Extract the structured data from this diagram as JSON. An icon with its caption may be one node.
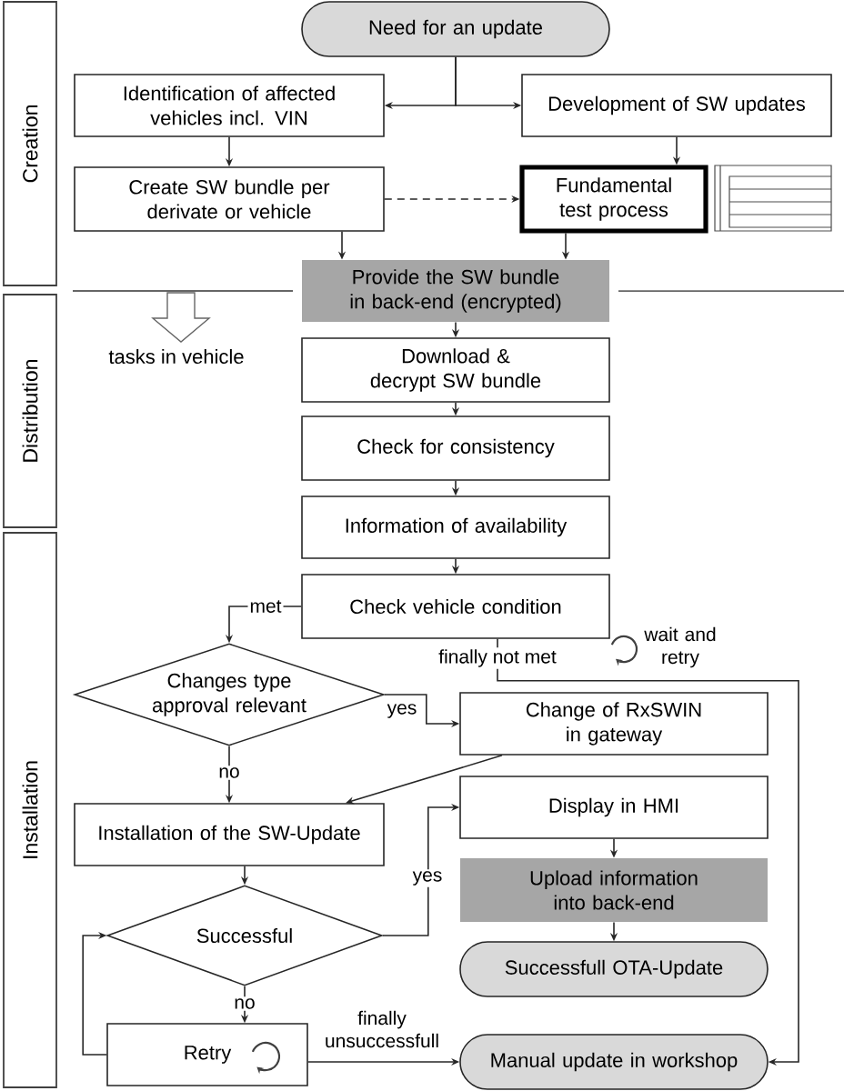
{
  "diagram": {
    "nodes": [
      {
        "text": [
          "Creation"
        ]
      },
      {
        "text": [
          "Distribution"
        ]
      },
      {
        "text": [
          "Installation"
        ]
      },
      {
        "text": [
          "Need for an update"
        ]
      },
      {
        "text": [
          "Identification of affected vehicles incl. VIN"
        ]
      },
      {
        "text": [
          "Development of SW updates"
        ]
      },
      {
        "text": [
          "Create SW bundle per derivate or vehicle"
        ]
      },
      {
        "text": [
          "Fundamental test process"
        ]
      },
      {
        "text": [
          "Provide the SW bundle in back-end (encrypted)"
        ]
      },
      {
        "text": [
          "Download & decrypt SW bundle"
        ]
      },
      {
        "text": [
          "Check for consistency"
        ]
      },
      {
        "text": [
          "Information of availability"
        ]
      },
      {
        "text": [
          "Check vehicle condition"
        ],
        "beside": [
          "wait and retry"
        ]
      },
      {
        "text": [
          "Changes type approval relevant"
        ]
      },
      {
        "text": [
          "Change of RxSWIN in gateway"
        ]
      },
      {
        "text": [
          "Installation of the SW-Update"
        ]
      },
      {
        "text": [
          "Display in HMI"
        ]
      },
      {
        "text": [
          "Upload information into back-end"
        ]
      },
      {
        "text": [
          "Successful"
        ]
      },
      {
        "text": [
          "Successfull OTA-Update"
        ]
      },
      {
        "text": [
          "Retry"
        ]
      },
      {
        "text": [
          "Manual update in workshop"
        ]
      }
    ],
    "edges": [
      {
        "from": 3,
        "to": 4,
        "arrow": "to"
      },
      {
        "from": 3,
        "to": 5,
        "arrow": "to"
      },
      {
        "from": 4,
        "to": 6,
        "arrow": "to"
      },
      {
        "from": 5,
        "to": 7,
        "arrow": "to"
      },
      {
        "from": 6,
        "to": 7,
        "arrow": "to",
        "style": "dashed"
      },
      {
        "from": 6,
        "to": 8,
        "arrow": "to"
      },
      {
        "from": 7,
        "to": 8,
        "arrow": "to"
      },
      {
        "from": 8,
        "to": 9,
        "arrow": "to"
      },
      {
        "from": 9,
        "to": 10,
        "arrow": "to"
      },
      {
        "from": 10,
        "to": 11,
        "arrow": "to"
      },
      {
        "from": 11,
        "to": 12,
        "arrow": "to"
      },
      {
        "from": 12,
        "to": 13,
        "arrow": "to",
        "label": "met"
      },
      {
        "from": 12,
        "to": 21,
        "arrow": "to",
        "label": "finally not met"
      },
      {
        "from": 13,
        "to": 14,
        "arrow": "to",
        "label": "yes"
      },
      {
        "from": 13,
        "to": 15,
        "arrow": "to",
        "label": "no"
      },
      {
        "from": 14,
        "to": 15,
        "arrow": "to"
      },
      {
        "from": 15,
        "to": 18,
        "arrow": "to"
      },
      {
        "from": 18,
        "to": 16,
        "arrow": "to",
        "label": "yes"
      },
      {
        "from": 16,
        "to": 17,
        "arrow": "to"
      },
      {
        "from": 17,
        "to": 19,
        "arrow": "to"
      },
      {
        "from": 18,
        "to": 20,
        "arrow": "to",
        "label": "no"
      },
      {
        "from": 20,
        "to": 18,
        "arrow": "to"
      },
      {
        "from": 20,
        "to": 21,
        "arrow": "to",
        "label": "finally unsuccessfull"
      }
    ],
    "labels": [
      "tasks in vehicle"
    ]
  }
}
